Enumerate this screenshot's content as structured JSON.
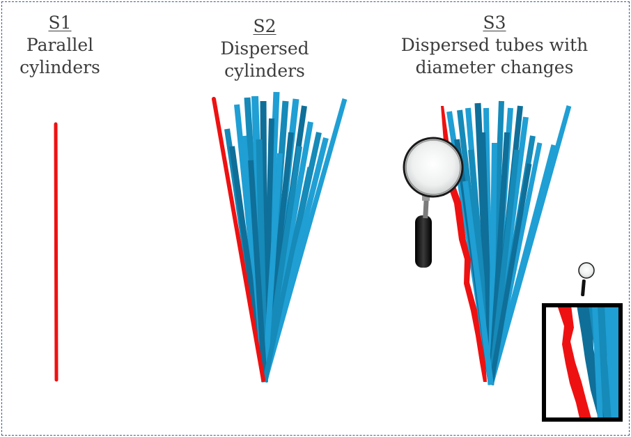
{
  "panels": [
    {
      "id": "S1",
      "desc_lines": [
        "Parallel",
        "cylinders"
      ]
    },
    {
      "id": "S2",
      "desc_lines": [
        "Dispersed",
        "cylinders"
      ]
    },
    {
      "id": "S3",
      "desc_lines": [
        "Dispersed tubes with",
        "diameter changes"
      ]
    }
  ],
  "colors": {
    "frame": "#3a5b8e",
    "highlight_fiber": "#ee1111",
    "fiber_light": "#1f9fd4",
    "fiber_dark": "#0f6f99",
    "text": "#3c3c3c"
  },
  "icons": [
    "magnifier-icon",
    "small-magnifier-icon"
  ]
}
